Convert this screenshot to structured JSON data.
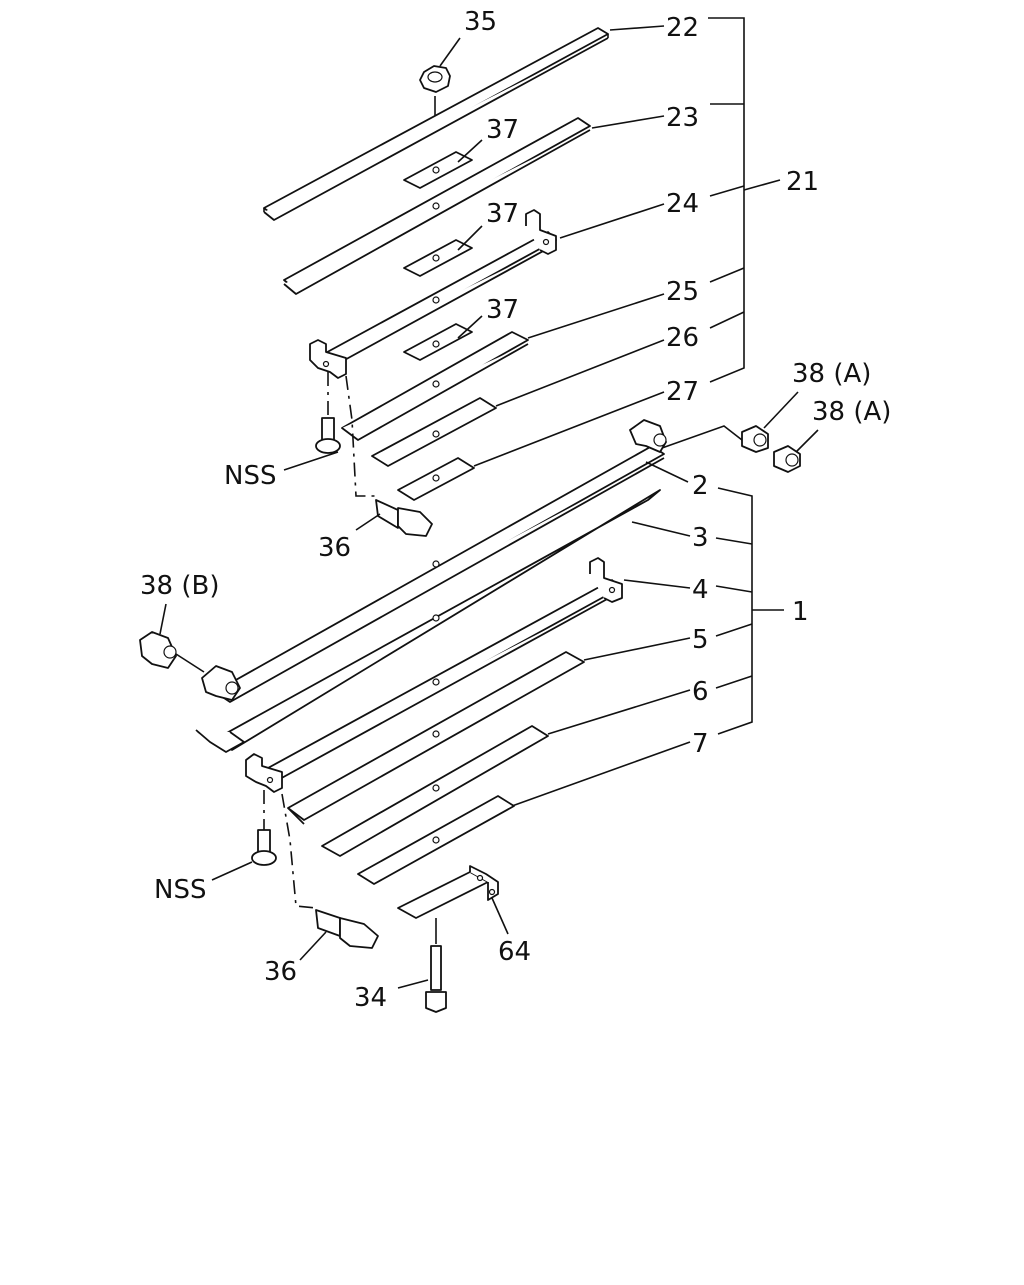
{
  "labels": {
    "l35": "35",
    "l22": "22",
    "l23": "23",
    "l37a": "37",
    "l37b": "37",
    "l37c": "37",
    "l24": "24",
    "l21": "21",
    "l25": "25",
    "l26": "26",
    "l27": "27",
    "l38a1": "38 (A)",
    "l38a2": "38 (A)",
    "lnss1": "NSS",
    "l36a": "36",
    "l2": "2",
    "l3": "3",
    "l4": "4",
    "l1": "1",
    "l5": "5",
    "l6": "6",
    "l7": "7",
    "l38b": "38 (B)",
    "lnss2": "NSS",
    "l36b": "36",
    "l64": "64",
    "l34": "34"
  }
}
